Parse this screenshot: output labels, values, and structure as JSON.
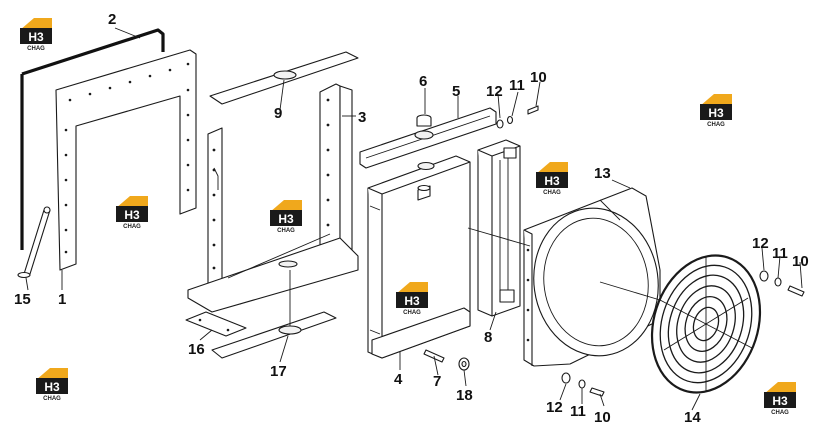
{
  "diagram": {
    "callouts": [
      "1",
      "2",
      "3",
      "4",
      "5",
      "6",
      "7",
      "8",
      "9",
      "10",
      "11",
      "12",
      "13",
      "14",
      "15",
      "16",
      "17",
      "18",
      "10",
      "11",
      "12",
      "10",
      "11",
      "12"
    ]
  },
  "watermark": {
    "logo_mark": "H3",
    "logo_caption": "CHAG",
    "accent_color": "#f0a81c",
    "ink_color": "#1a1a1a"
  }
}
